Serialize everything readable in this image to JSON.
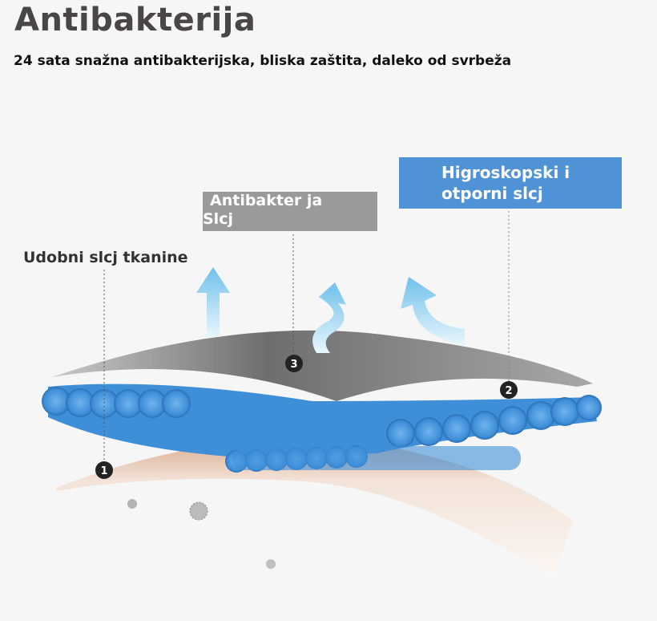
{
  "header": {
    "title": "Antibakterija",
    "subtitle": "24 sata snažna antibakterijska, bliska zaštita, daleko od svrbeža"
  },
  "labels": {
    "antibacterial_line1": "Antibakter ja",
    "antibacterial_line2": "Slcj",
    "hygroscopic_line1": "Higroskopski i",
    "hygroscopic_line2": "otporni slcj",
    "comfort": "Udobni slcj tkanine"
  },
  "markers": [
    "1",
    "2",
    "3"
  ],
  "colors": {
    "gray_layer": "#8e8e8e",
    "blue_fiber": "#3f8fd8",
    "skin_layer": "#e6c3ad",
    "arrow": "#7ec8ec"
  }
}
